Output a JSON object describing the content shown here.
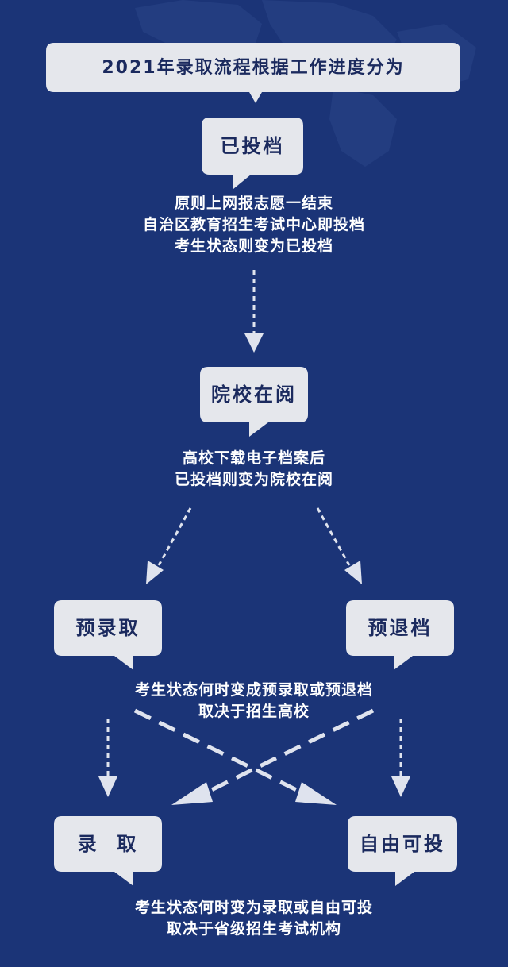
{
  "banner": {
    "title": "2021年录取流程根据工作进度分为"
  },
  "nodes": {
    "toudang": "已投档",
    "yuanxiao": "院校在阅",
    "yuluqu": "预录取",
    "yutuidang": "预退档",
    "luqu": "录  取",
    "ziyou": "自由可投"
  },
  "descriptions": {
    "toudang": [
      "原则上网报志愿一结束",
      "自治区教育招生考试中心即投档",
      "考生状态则变为已投档"
    ],
    "yuanxiao": [
      "高校下载电子档案后",
      "已投档则变为院校在阅"
    ],
    "pre": [
      "考生状态何时变成预录取或预退档",
      "取决于招生高校"
    ],
    "final": [
      "考生状态何时变为录取或自由可投",
      "取决于省级招生考试机构"
    ]
  },
  "colors": {
    "background": "#1b3477",
    "bubble": "#e5e7ec",
    "bubble_text": "#1b2a5e",
    "arrow": "#dfe3ee",
    "text": "#ffffff"
  }
}
